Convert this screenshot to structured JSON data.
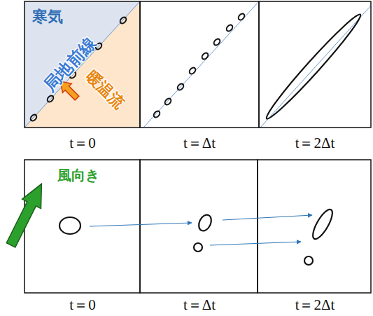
{
  "diagram": {
    "labels": [
      "寒気",
      "局地前線",
      "暖温流",
      "t＝0",
      "t＝Δt",
      "t＝2Δt",
      "風向き",
      "t＝0",
      "t＝Δt",
      "t＝2Δt"
    ]
  }
}
